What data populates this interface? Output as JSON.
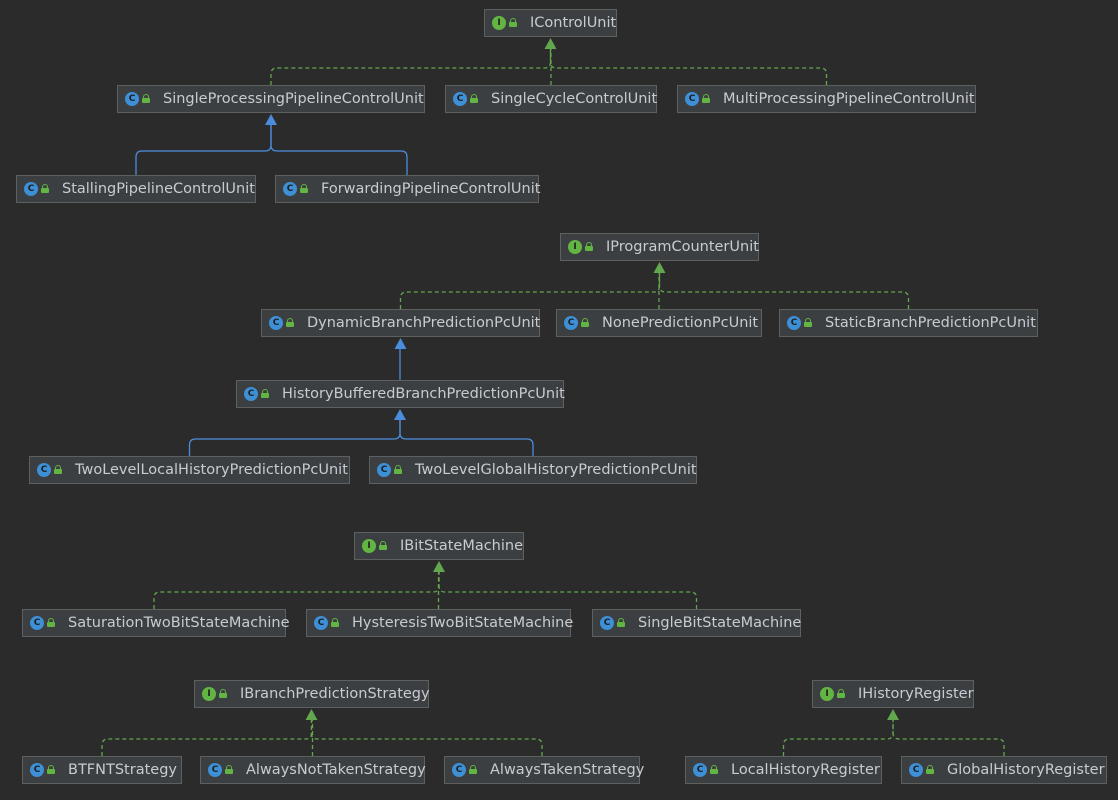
{
  "colors": {
    "background": "#2b2b2b",
    "node_fill": "#3c3f41",
    "node_border": "#5e6060",
    "text": "#c8cbd0",
    "implements_edge": "#62a64e",
    "extends_edge": "#4c8cdc",
    "interface_icon": "#62b543",
    "class_icon": "#3d8fd6",
    "visibility_icon": "#62b543"
  },
  "nodes": [
    {
      "id": "IControlUnit",
      "label": "IControlUnit",
      "kind": "interface"
    },
    {
      "id": "SingleProcessingPipelineControlUnit",
      "label": "SingleProcessingPipelineControlUnit",
      "kind": "abstract-class"
    },
    {
      "id": "SingleCycleControlUnit",
      "label": "SingleCycleControlUnit",
      "kind": "class"
    },
    {
      "id": "MultiProcessingPipelineControlUnit",
      "label": "MultiProcessingPipelineControlUnit",
      "kind": "class"
    },
    {
      "id": "StallingPipelineControlUnit",
      "label": "StallingPipelineControlUnit",
      "kind": "class"
    },
    {
      "id": "ForwardingPipelineControlUnit",
      "label": "ForwardingPipelineControlUnit",
      "kind": "class"
    },
    {
      "id": "IProgramCounterUnit",
      "label": "IProgramCounterUnit",
      "kind": "interface"
    },
    {
      "id": "DynamicBranchPredictionPcUnit",
      "label": "DynamicBranchPredictionPcUnit",
      "kind": "class"
    },
    {
      "id": "NonePredictionPcUnit",
      "label": "NonePredictionPcUnit",
      "kind": "class"
    },
    {
      "id": "StaticBranchPredictionPcUnit",
      "label": "StaticBranchPredictionPcUnit",
      "kind": "class"
    },
    {
      "id": "HistoryBufferedBranchPredictionPcUnit",
      "label": "HistoryBufferedBranchPredictionPcUnit",
      "kind": "class"
    },
    {
      "id": "TwoLevelLocalHistoryPredictionPcUnit",
      "label": "TwoLevelLocalHistoryPredictionPcUnit",
      "kind": "class"
    },
    {
      "id": "TwoLevelGlobalHistoryPredictionPcUnit",
      "label": "TwoLevelGlobalHistoryPredictionPcUnit",
      "kind": "class"
    },
    {
      "id": "IBitStateMachine",
      "label": "IBitStateMachine",
      "kind": "interface"
    },
    {
      "id": "SaturationTwoBitStateMachine",
      "label": "SaturationTwoBitStateMachine",
      "kind": "class"
    },
    {
      "id": "HysteresisTwoBitStateMachine",
      "label": "HysteresisTwoBitStateMachine",
      "kind": "class"
    },
    {
      "id": "SingleBitStateMachine",
      "label": "SingleBitStateMachine",
      "kind": "class"
    },
    {
      "id": "IBranchPredictionStrategy",
      "label": "IBranchPredictionStrategy",
      "kind": "interface"
    },
    {
      "id": "BTFNTStrategy",
      "label": "BTFNTStrategy",
      "kind": "class"
    },
    {
      "id": "AlwaysNotTakenStrategy",
      "label": "AlwaysNotTakenStrategy",
      "kind": "class"
    },
    {
      "id": "AlwaysTakenStrategy",
      "label": "AlwaysTakenStrategy",
      "kind": "class"
    },
    {
      "id": "IHistoryRegister",
      "label": "IHistoryRegister",
      "kind": "interface"
    },
    {
      "id": "LocalHistoryRegister",
      "label": "LocalHistoryRegister",
      "kind": "class"
    },
    {
      "id": "GlobalHistoryRegister",
      "label": "GlobalHistoryRegister",
      "kind": "class"
    }
  ],
  "edges": [
    {
      "from": "SingleProcessingPipelineControlUnit",
      "to": "IControlUnit",
      "type": "implements"
    },
    {
      "from": "SingleCycleControlUnit",
      "to": "IControlUnit",
      "type": "implements"
    },
    {
      "from": "MultiProcessingPipelineControlUnit",
      "to": "IControlUnit",
      "type": "implements"
    },
    {
      "from": "StallingPipelineControlUnit",
      "to": "SingleProcessingPipelineControlUnit",
      "type": "extends"
    },
    {
      "from": "ForwardingPipelineControlUnit",
      "to": "SingleProcessingPipelineControlUnit",
      "type": "extends"
    },
    {
      "from": "DynamicBranchPredictionPcUnit",
      "to": "IProgramCounterUnit",
      "type": "implements"
    },
    {
      "from": "NonePredictionPcUnit",
      "to": "IProgramCounterUnit",
      "type": "implements"
    },
    {
      "from": "StaticBranchPredictionPcUnit",
      "to": "IProgramCounterUnit",
      "type": "implements"
    },
    {
      "from": "HistoryBufferedBranchPredictionPcUnit",
      "to": "DynamicBranchPredictionPcUnit",
      "type": "extends"
    },
    {
      "from": "TwoLevelLocalHistoryPredictionPcUnit",
      "to": "HistoryBufferedBranchPredictionPcUnit",
      "type": "extends"
    },
    {
      "from": "TwoLevelGlobalHistoryPredictionPcUnit",
      "to": "HistoryBufferedBranchPredictionPcUnit",
      "type": "extends"
    },
    {
      "from": "SaturationTwoBitStateMachine",
      "to": "IBitStateMachine",
      "type": "implements"
    },
    {
      "from": "HysteresisTwoBitStateMachine",
      "to": "IBitStateMachine",
      "type": "implements"
    },
    {
      "from": "SingleBitStateMachine",
      "to": "IBitStateMachine",
      "type": "implements"
    },
    {
      "from": "BTFNTStrategy",
      "to": "IBranchPredictionStrategy",
      "type": "implements"
    },
    {
      "from": "AlwaysNotTakenStrategy",
      "to": "IBranchPredictionStrategy",
      "type": "implements"
    },
    {
      "from": "AlwaysTakenStrategy",
      "to": "IBranchPredictionStrategy",
      "type": "implements"
    },
    {
      "from": "LocalHistoryRegister",
      "to": "IHistoryRegister",
      "type": "implements"
    },
    {
      "from": "GlobalHistoryRegister",
      "to": "IHistoryRegister",
      "type": "implements"
    }
  ]
}
